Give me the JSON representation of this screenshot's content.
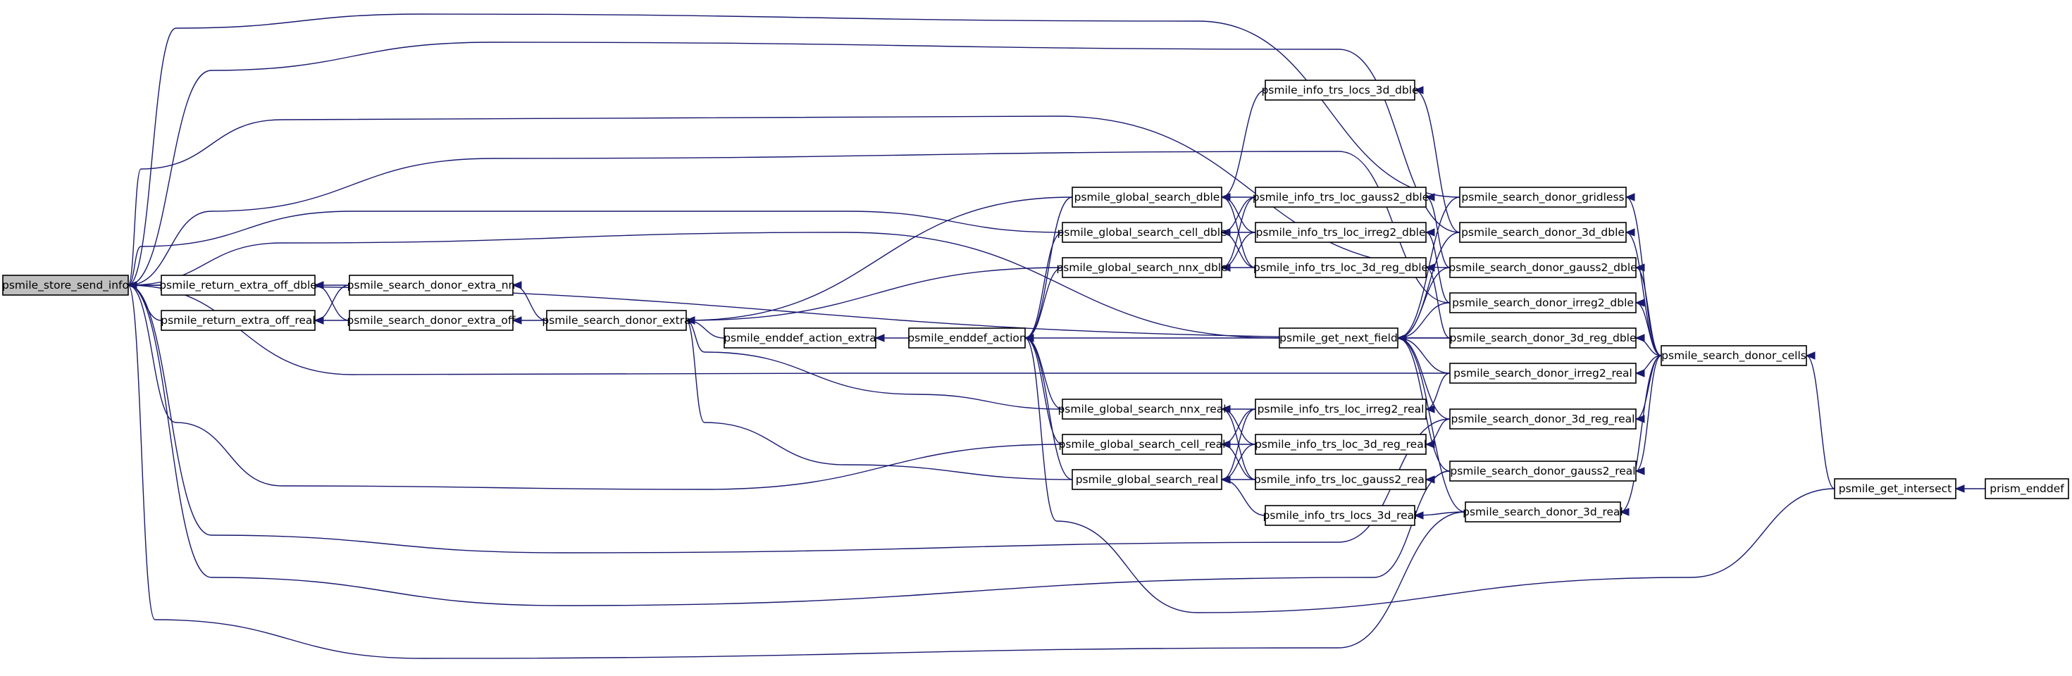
{
  "graph": {
    "title": "",
    "direction": "right-to-left",
    "nodes": [
      {
        "id": "store_send_info",
        "label": "psmile_store_send_info",
        "root": true
      },
      {
        "id": "rx_off_dble",
        "label": "psmile_return_extra_off_dble"
      },
      {
        "id": "rx_off_real",
        "label": "psmile_return_extra_off_real"
      },
      {
        "id": "sd_extra_nn",
        "label": "psmile_search_donor_extra_nn"
      },
      {
        "id": "sd_extra_off",
        "label": "psmile_search_donor_extra_off"
      },
      {
        "id": "sd_extra",
        "label": "psmile_search_donor_extra"
      },
      {
        "id": "enddef_action_extra",
        "label": "psmile_enddef_action_extra"
      },
      {
        "id": "enddef_action",
        "label": "psmile_enddef_action"
      },
      {
        "id": "gs_dble",
        "label": "psmile_global_search_dble"
      },
      {
        "id": "gs_cell_dble",
        "label": "psmile_global_search_cell_dble"
      },
      {
        "id": "gs_nnx_dble",
        "label": "psmile_global_search_nnx_dble"
      },
      {
        "id": "gs_nnx_real",
        "label": "psmile_global_search_nnx_real"
      },
      {
        "id": "gs_cell_real",
        "label": "psmile_global_search_cell_real"
      },
      {
        "id": "gs_real",
        "label": "psmile_global_search_real"
      },
      {
        "id": "it_locs_3d_dble",
        "label": "psmile_info_trs_locs_3d_dble"
      },
      {
        "id": "it_loc_gauss2_dble",
        "label": "psmile_info_trs_loc_gauss2_dble"
      },
      {
        "id": "it_loc_irreg2_dble",
        "label": "psmile_info_trs_loc_irreg2_dble"
      },
      {
        "id": "it_loc_3d_reg_dble",
        "label": "psmile_info_trs_loc_3d_reg_dble"
      },
      {
        "id": "get_next_field",
        "label": "psmile_get_next_field"
      },
      {
        "id": "it_loc_irreg2_real",
        "label": "psmile_info_trs_loc_irreg2_real"
      },
      {
        "id": "it_loc_3d_reg_real",
        "label": "psmile_info_trs_loc_3d_reg_real"
      },
      {
        "id": "it_loc_gauss2_real",
        "label": "psmile_info_trs_loc_gauss2_real"
      },
      {
        "id": "it_locs_3d_real",
        "label": "psmile_info_trs_locs_3d_real"
      },
      {
        "id": "sd_gridless",
        "label": "psmile_search_donor_gridless"
      },
      {
        "id": "sd_3d_dble",
        "label": "psmile_search_donor_3d_dble"
      },
      {
        "id": "sd_gauss2_dble",
        "label": "psmile_search_donor_gauss2_dble"
      },
      {
        "id": "sd_irreg2_dble",
        "label": "psmile_search_donor_irreg2_dble"
      },
      {
        "id": "sd_3d_reg_dble",
        "label": "psmile_search_donor_3d_reg_dble"
      },
      {
        "id": "sd_irreg2_real",
        "label": "psmile_search_donor_irreg2_real"
      },
      {
        "id": "sd_3d_reg_real",
        "label": "psmile_search_donor_3d_reg_real"
      },
      {
        "id": "sd_gauss2_real",
        "label": "psmile_search_donor_gauss2_real"
      },
      {
        "id": "sd_3d_real",
        "label": "psmile_search_donor_3d_real"
      },
      {
        "id": "sd_cells",
        "label": "psmile_search_donor_cells"
      },
      {
        "id": "get_intersect",
        "label": "psmile_get_intersect"
      },
      {
        "id": "prism_enddef",
        "label": "prism_enddef"
      }
    ],
    "edges": [
      {
        "from": "rx_off_dble",
        "to": "store_send_info"
      },
      {
        "from": "rx_off_real",
        "to": "store_send_info"
      },
      {
        "from": "sd_extra_nn",
        "to": "rx_off_dble"
      },
      {
        "from": "sd_extra_nn",
        "to": "rx_off_real"
      },
      {
        "from": "sd_extra_off",
        "to": "rx_off_dble"
      },
      {
        "from": "sd_extra_off",
        "to": "rx_off_real"
      },
      {
        "from": "sd_extra",
        "to": "sd_extra_nn"
      },
      {
        "from": "sd_extra",
        "to": "sd_extra_off"
      },
      {
        "from": "enddef_action_extra",
        "to": "sd_extra"
      },
      {
        "from": "enddef_action",
        "to": "enddef_action_extra"
      },
      {
        "from": "gs_dble",
        "to": "sd_extra"
      },
      {
        "from": "gs_nnx_dble",
        "to": "sd_extra"
      },
      {
        "from": "gs_nnx_real",
        "to": "sd_extra"
      },
      {
        "from": "gs_real",
        "to": "sd_extra"
      },
      {
        "from": "gs_dble",
        "to": "enddef_action"
      },
      {
        "from": "gs_cell_dble",
        "to": "enddef_action"
      },
      {
        "from": "gs_nnx_dble",
        "to": "enddef_action"
      },
      {
        "from": "gs_nnx_real",
        "to": "enddef_action"
      },
      {
        "from": "gs_cell_real",
        "to": "enddef_action"
      },
      {
        "from": "gs_real",
        "to": "enddef_action"
      },
      {
        "from": "get_next_field",
        "to": "enddef_action"
      },
      {
        "from": "get_intersect",
        "to": "enddef_action"
      },
      {
        "from": "it_locs_3d_dble",
        "to": "gs_dble"
      },
      {
        "from": "it_loc_gauss2_dble",
        "to": "gs_dble"
      },
      {
        "from": "it_loc_irreg2_dble",
        "to": "gs_dble"
      },
      {
        "from": "it_loc_3d_reg_dble",
        "to": "gs_dble"
      },
      {
        "from": "it_loc_gauss2_dble",
        "to": "gs_cell_dble"
      },
      {
        "from": "it_loc_irreg2_dble",
        "to": "gs_cell_dble"
      },
      {
        "from": "it_loc_3d_reg_dble",
        "to": "gs_cell_dble"
      },
      {
        "from": "it_loc_gauss2_dble",
        "to": "gs_nnx_dble"
      },
      {
        "from": "it_loc_irreg2_dble",
        "to": "gs_nnx_dble"
      },
      {
        "from": "it_loc_3d_reg_dble",
        "to": "gs_nnx_dble"
      },
      {
        "from": "it_loc_irreg2_real",
        "to": "gs_nnx_real"
      },
      {
        "from": "it_loc_3d_reg_real",
        "to": "gs_nnx_real"
      },
      {
        "from": "it_loc_gauss2_real",
        "to": "gs_nnx_real"
      },
      {
        "from": "it_loc_irreg2_real",
        "to": "gs_cell_real"
      },
      {
        "from": "it_loc_3d_reg_real",
        "to": "gs_cell_real"
      },
      {
        "from": "it_loc_gauss2_real",
        "to": "gs_cell_real"
      },
      {
        "from": "it_loc_irreg2_real",
        "to": "gs_real"
      },
      {
        "from": "it_loc_3d_reg_real",
        "to": "gs_real"
      },
      {
        "from": "it_loc_gauss2_real",
        "to": "gs_real"
      },
      {
        "from": "it_locs_3d_real",
        "to": "gs_real"
      },
      {
        "from": "sd_gridless",
        "to": "get_next_field"
      },
      {
        "from": "sd_3d_dble",
        "to": "get_next_field"
      },
      {
        "from": "sd_gauss2_dble",
        "to": "get_next_field"
      },
      {
        "from": "sd_irreg2_dble",
        "to": "get_next_field"
      },
      {
        "from": "sd_3d_reg_dble",
        "to": "get_next_field"
      },
      {
        "from": "sd_irreg2_real",
        "to": "get_next_field"
      },
      {
        "from": "sd_3d_reg_real",
        "to": "get_next_field"
      },
      {
        "from": "sd_gauss2_real",
        "to": "get_next_field"
      },
      {
        "from": "sd_3d_real",
        "to": "get_next_field"
      },
      {
        "from": "sd_3d_dble",
        "to": "it_locs_3d_dble"
      },
      {
        "from": "sd_gauss2_dble",
        "to": "it_loc_gauss2_dble"
      },
      {
        "from": "sd_irreg2_dble",
        "to": "it_loc_irreg2_dble"
      },
      {
        "from": "sd_3d_reg_dble",
        "to": "it_loc_3d_reg_dble"
      },
      {
        "from": "sd_irreg2_real",
        "to": "it_loc_irreg2_real"
      },
      {
        "from": "sd_3d_reg_real",
        "to": "it_loc_3d_reg_real"
      },
      {
        "from": "sd_gauss2_real",
        "to": "it_loc_gauss2_real"
      },
      {
        "from": "sd_3d_real",
        "to": "it_locs_3d_real"
      },
      {
        "from": "sd_cells",
        "to": "sd_gridless"
      },
      {
        "from": "sd_cells",
        "to": "sd_3d_dble"
      },
      {
        "from": "sd_cells",
        "to": "sd_gauss2_dble"
      },
      {
        "from": "sd_cells",
        "to": "sd_irreg2_dble"
      },
      {
        "from": "sd_cells",
        "to": "sd_3d_reg_dble"
      },
      {
        "from": "sd_cells",
        "to": "sd_irreg2_real"
      },
      {
        "from": "sd_cells",
        "to": "sd_3d_reg_real"
      },
      {
        "from": "sd_cells",
        "to": "sd_gauss2_real"
      },
      {
        "from": "sd_cells",
        "to": "sd_3d_real"
      },
      {
        "from": "get_intersect",
        "to": "sd_cells"
      },
      {
        "from": "prism_enddef",
        "to": "get_intersect"
      },
      {
        "from": "sd_gridless",
        "to": "store_send_info"
      },
      {
        "from": "sd_3d_dble",
        "to": "store_send_info"
      },
      {
        "from": "sd_gauss2_dble",
        "to": "store_send_info"
      },
      {
        "from": "sd_irreg2_dble",
        "to": "store_send_info"
      },
      {
        "from": "sd_3d_reg_dble",
        "to": "store_send_info"
      },
      {
        "from": "sd_irreg2_real",
        "to": "store_send_info"
      },
      {
        "from": "sd_3d_reg_real",
        "to": "store_send_info"
      },
      {
        "from": "sd_gauss2_real",
        "to": "store_send_info"
      },
      {
        "from": "sd_3d_real",
        "to": "store_send_info"
      },
      {
        "from": "gs_cell_dble",
        "to": "store_send_info"
      },
      {
        "from": "gs_cell_real",
        "to": "store_send_info"
      },
      {
        "from": "get_next_field",
        "to": "store_send_info"
      }
    ]
  },
  "colors": {
    "edge": "#191970",
    "root_fill": "#bfbfbf",
    "node_fill": "#ffffff",
    "node_stroke": "#000000",
    "background": "#ffffff"
  }
}
